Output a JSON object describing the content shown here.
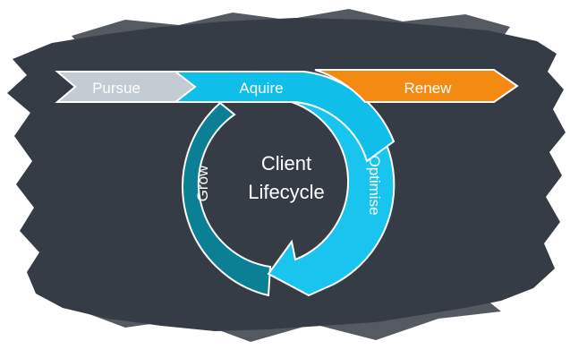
{
  "diagram": {
    "stages": {
      "pursue": "Pursue",
      "acquire": "Aquire",
      "renew": "Renew",
      "grow": "Grow",
      "optimise": "Optimise"
    },
    "center": {
      "line1": "Client",
      "line2": "Lifecycle"
    }
  },
  "colors": {
    "background_blob": "#363c46",
    "pursue": "#c3ccd2",
    "acquire": "#0fbfe9",
    "renew": "#f58a12",
    "grow": "#0b7f93",
    "optimise": "#19c4ef",
    "outline": "#ffffff"
  }
}
